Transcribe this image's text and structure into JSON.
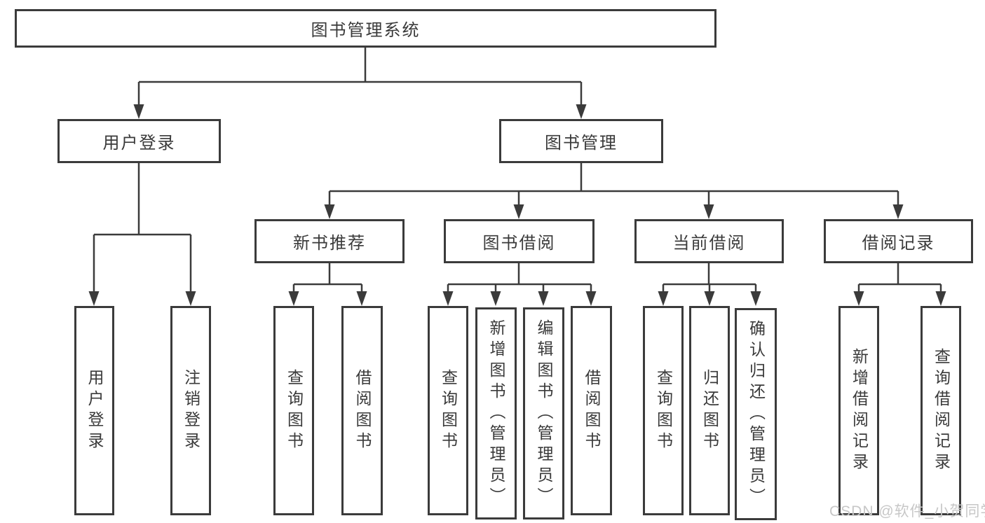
{
  "diagram": {
    "type": "hierarchy-tree",
    "colors": {
      "background": "#ffffff",
      "line": "#3b3b3b",
      "text": "#3a3a3a",
      "watermark": "#c7c7c7"
    },
    "watermark": "CSDN @软件_小贺同学",
    "nodes": {
      "root": "图书管理系统",
      "user_login": "用户登录",
      "book_mgmt": "图书管理",
      "new_book_rec": "新书推荐",
      "book_borrow": "图书借阅",
      "current_borrow": "当前借阅",
      "borrow_records": "借阅记录",
      "leaf_user_login": "用户登录",
      "leaf_logout": "注销登录",
      "leaf_query_book_1": "查询图书",
      "leaf_borrow_book_1": "借阅图书",
      "leaf_query_book_2": "查询图书",
      "leaf_add_book": "新增图书（管理员）",
      "leaf_edit_book": "编辑图书（管理员）",
      "leaf_borrow_book_2": "借阅图书",
      "leaf_query_book_3": "查询图书",
      "leaf_return_book": "归还图书",
      "leaf_confirm_return": "确认归还（管理员）",
      "leaf_add_record": "新增借阅记录",
      "leaf_query_record": "查询借阅记录"
    },
    "hierarchy": {
      "label": "图书管理系统",
      "children": [
        {
          "label": "用户登录",
          "children": [
            {
              "label": "用户登录"
            },
            {
              "label": "注销登录"
            }
          ]
        },
        {
          "label": "图书管理",
          "children": [
            {
              "label": "新书推荐",
              "children": [
                {
                  "label": "查询图书"
                },
                {
                  "label": "借阅图书"
                }
              ]
            },
            {
              "label": "图书借阅",
              "children": [
                {
                  "label": "查询图书"
                },
                {
                  "label": "新增图书（管理员）"
                },
                {
                  "label": "编辑图书（管理员）"
                },
                {
                  "label": "借阅图书"
                }
              ]
            },
            {
              "label": "当前借阅",
              "children": [
                {
                  "label": "查询图书"
                },
                {
                  "label": "归还图书"
                },
                {
                  "label": "确认归还（管理员）"
                }
              ]
            },
            {
              "label": "借阅记录",
              "children": [
                {
                  "label": "新增借阅记录"
                },
                {
                  "label": "查询借阅记录"
                }
              ]
            }
          ]
        }
      ]
    }
  }
}
